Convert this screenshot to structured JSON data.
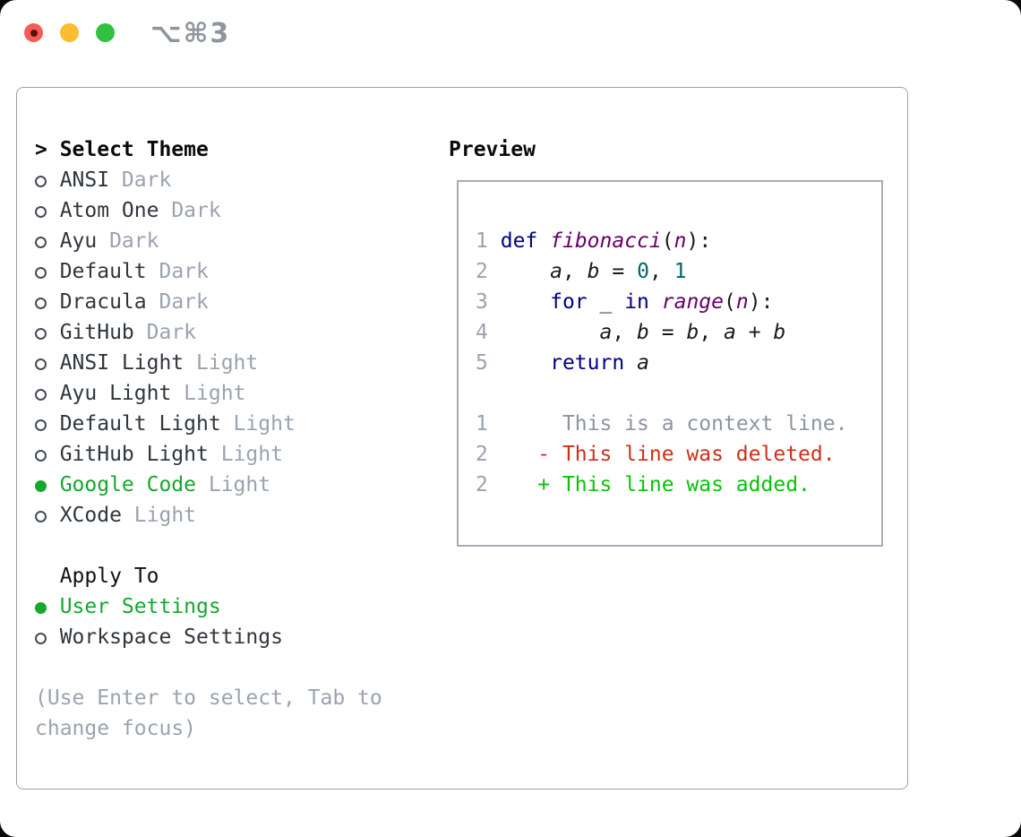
{
  "window": {
    "title": "⌥⌘3",
    "traffic_lights": [
      "close",
      "minimize",
      "zoom"
    ]
  },
  "theme_picker": {
    "prompt": ">",
    "title": "Select Theme",
    "themes": [
      {
        "name": "ANSI",
        "variant": "Dark",
        "selected": false
      },
      {
        "name": "Atom One",
        "variant": "Dark",
        "selected": false
      },
      {
        "name": "Ayu",
        "variant": "Dark",
        "selected": false
      },
      {
        "name": "Default",
        "variant": "Dark",
        "selected": false
      },
      {
        "name": "Dracula",
        "variant": "Dark",
        "selected": false
      },
      {
        "name": "GitHub",
        "variant": "Dark",
        "selected": false
      },
      {
        "name": "ANSI Light",
        "variant": "Light",
        "selected": false
      },
      {
        "name": "Ayu Light",
        "variant": "Light",
        "selected": false
      },
      {
        "name": "Default Light",
        "variant": "Light",
        "selected": false
      },
      {
        "name": "GitHub Light",
        "variant": "Light",
        "selected": false
      },
      {
        "name": "Google Code",
        "variant": "Light",
        "selected": true
      },
      {
        "name": "XCode",
        "variant": "Light",
        "selected": false
      }
    ],
    "apply_to": {
      "title": "Apply To",
      "options": [
        {
          "label": "User Settings",
          "selected": true
        },
        {
          "label": "Workspace Settings",
          "selected": false
        }
      ]
    },
    "hint_lines": [
      "(Use Enter to select, Tab to",
      "change focus)"
    ]
  },
  "preview": {
    "title": "Preview",
    "lines": [
      [
        {
          "t": "1",
          "s": "num"
        },
        {
          "t": " ",
          "s": "plain"
        },
        {
          "t": "def",
          "s": "kw"
        },
        {
          "t": " ",
          "s": "plain"
        },
        {
          "t": "fibonacci",
          "s": "fn"
        },
        {
          "t": "(",
          "s": "plain"
        },
        {
          "t": "n",
          "s": "fn"
        },
        {
          "t": "):",
          "s": "plain"
        }
      ],
      [
        {
          "t": "2",
          "s": "num"
        },
        {
          "t": "     ",
          "s": "plain"
        },
        {
          "t": "a",
          "s": "var"
        },
        {
          "t": ", ",
          "s": "plain"
        },
        {
          "t": "b",
          "s": "var"
        },
        {
          "t": " = ",
          "s": "plain"
        },
        {
          "t": "0",
          "s": "lit"
        },
        {
          "t": ", ",
          "s": "plain"
        },
        {
          "t": "1",
          "s": "lit"
        }
      ],
      [
        {
          "t": "3",
          "s": "num"
        },
        {
          "t": "     ",
          "s": "plain"
        },
        {
          "t": "for",
          "s": "kw"
        },
        {
          "t": " _ ",
          "s": "plain"
        },
        {
          "t": "in",
          "s": "kw"
        },
        {
          "t": " ",
          "s": "plain"
        },
        {
          "t": "range",
          "s": "fn"
        },
        {
          "t": "(",
          "s": "plain"
        },
        {
          "t": "n",
          "s": "fn"
        },
        {
          "t": "):",
          "s": "plain"
        }
      ],
      [
        {
          "t": "4",
          "s": "num"
        },
        {
          "t": "         ",
          "s": "plain"
        },
        {
          "t": "a",
          "s": "var"
        },
        {
          "t": ", ",
          "s": "plain"
        },
        {
          "t": "b",
          "s": "var"
        },
        {
          "t": " = ",
          "s": "plain"
        },
        {
          "t": "b",
          "s": "var"
        },
        {
          "t": ", ",
          "s": "plain"
        },
        {
          "t": "a",
          "s": "var"
        },
        {
          "t": " + ",
          "s": "plain"
        },
        {
          "t": "b",
          "s": "var"
        }
      ],
      [
        {
          "t": "5",
          "s": "num"
        },
        {
          "t": "     ",
          "s": "plain"
        },
        {
          "t": "return",
          "s": "kw"
        },
        {
          "t": " ",
          "s": "plain"
        },
        {
          "t": "a",
          "s": "var"
        }
      ],
      [],
      [
        {
          "t": "1",
          "s": "num"
        },
        {
          "t": "      ",
          "s": "plain"
        },
        {
          "t": "This is a context line.",
          "s": "ctx"
        }
      ],
      [
        {
          "t": "2",
          "s": "num"
        },
        {
          "t": "    ",
          "s": "plain"
        },
        {
          "t": "- This line was deleted.",
          "s": "del"
        }
      ],
      [
        {
          "t": "2",
          "s": "num"
        },
        {
          "t": "    ",
          "s": "plain"
        },
        {
          "t": "+ This line was added.",
          "s": "add"
        }
      ]
    ]
  },
  "colors": {
    "accent_green": "#16a72f",
    "diff_added": "#0bc20b",
    "diff_deleted": "#cc3118",
    "diff_context": "#8e959e",
    "syntax_keyword": "#000088",
    "syntax_function": "#660066",
    "syntax_literal": "#006666",
    "syntax_plain": "#1a1a1a",
    "line_number": "#9aa3af",
    "muted_gray": "#9aa3af",
    "text_dark": "#2f363d",
    "border_gray": "#9aa1ab",
    "titlebar_gray": "#8f959d",
    "traffic_red": "#f65c54",
    "traffic_yellow": "#fcbd2f",
    "traffic_green": "#2fc13f"
  }
}
